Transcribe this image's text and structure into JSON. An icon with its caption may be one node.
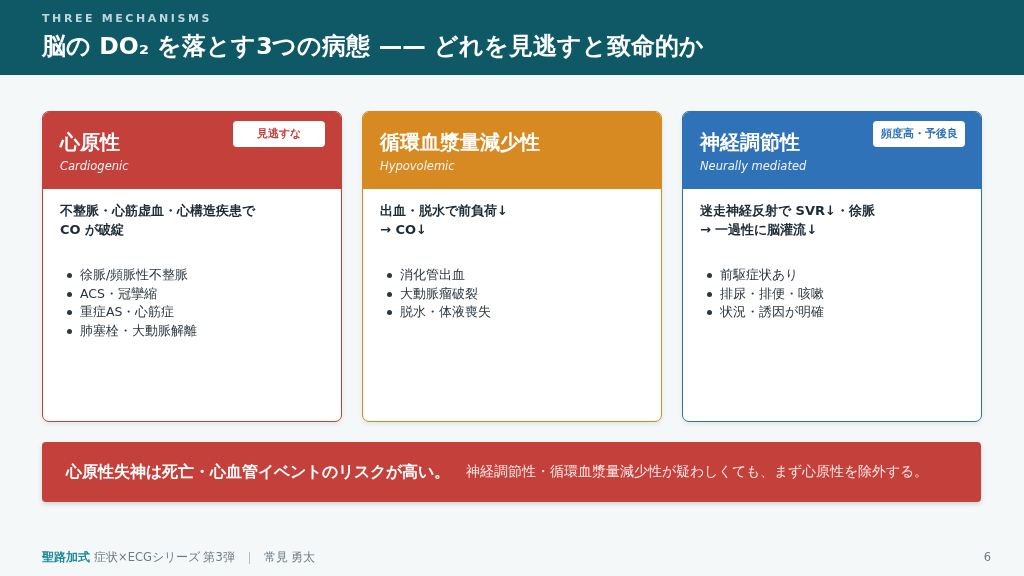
{
  "diagram": {
    "title": "脳の DO₂ を落とす3つの病態 —— どれを見逃すと致命的か",
    "nodes": [
      {
        "text": [
          "心原性",
          "Cardiogenic",
          "不整脈・心筋虚血・心構造疾患で CO が破綻",
          "徐脈/頻脈性不整脈",
          "ACS・冠攣縮",
          "重症AS・心筋症",
          "肺塞栓・大動脈解離"
        ]
      },
      {
        "text": [
          "見逃すな"
        ],
        "in": 0
      },
      {
        "text": [
          "循環血漿量減少性",
          "Hypovolemic",
          "出血・脱水で前負荷↓ → CO↓",
          "消化管出血",
          "大動脈瘤破裂",
          "脱水・体液喪失"
        ]
      },
      {
        "text": [
          "神経調節性",
          "Neurally mediated",
          "迷走神経反射で SVR↓・徐脈 → 一過性に脳灌流↓",
          "前駆症状あり",
          "排尿・排便・咳嗽",
          "状況・誘因が明確"
        ]
      },
      {
        "text": [
          "頻度高・予後良"
        ],
        "in": 3
      },
      {
        "text": [
          "心原性失神は死亡・心血管イベントのリスクが高い。",
          "神経調節性・循環血漿量減少性が疑わしくても、まず心原性を除外する。"
        ]
      }
    ],
    "labels": [
      "THREE MECHANISMS",
      "聖路加式",
      "症状×ECGシリーズ 第3弾",
      "常見 勇太",
      "6"
    ]
  }
}
